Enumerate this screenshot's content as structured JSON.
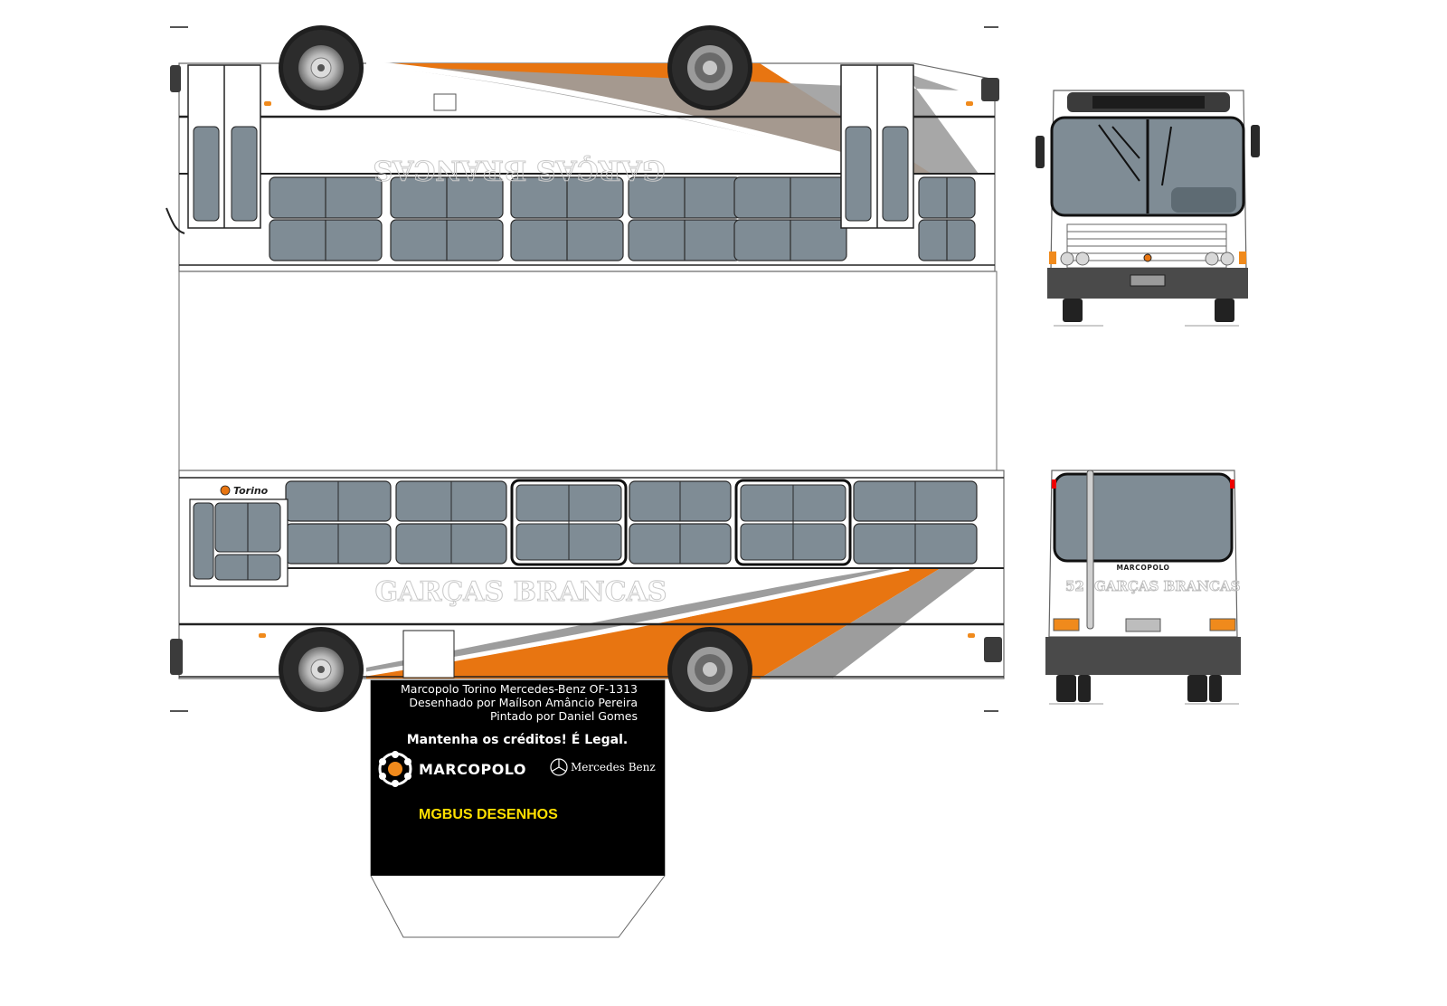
{
  "model": {
    "badge": "Torino",
    "rear_brand": "MARCOPOLO",
    "destination": "GARÇAS BRANCAS",
    "destination_mirrored": "GARÇAS BRANCAS",
    "route_number": "52",
    "route_sign": "GARÇAS BRANCAS"
  },
  "credits": {
    "line1": "Marcopolo Torino Mercedes-Benz OF-1313",
    "line2": "Desenhado por Maílson Amâncio Pereira",
    "line3": "Pintado por Daniel Gomes",
    "notice": "Mantenha os créditos! É Legal.",
    "logo_marcopolo": "MARCOPOLO",
    "logo_mercedes": "Mercedes Benz",
    "studio": "MGBUS DESENHOS"
  },
  "colors": {
    "body": "#ffffff",
    "orange_stripe": "#e87511",
    "gray_stripe": "#9a9a9a",
    "window_glass": "#7f8c95",
    "credits_panel": "#000000",
    "studio_text": "#ffe000"
  },
  "icons": {
    "marcopolo_logo": "marcopolo-star-logo",
    "mercedes_logo": "mercedes-star-logo"
  }
}
